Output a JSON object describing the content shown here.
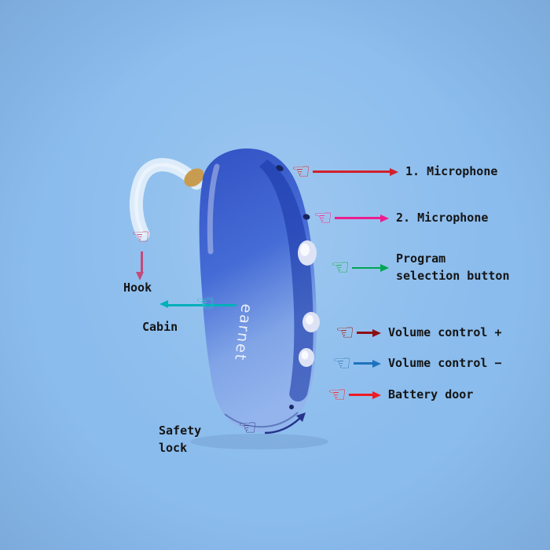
{
  "scene": {
    "background_color": "#8abced",
    "brand_text": "earnet"
  },
  "device": {
    "body_color_top": "#2a49c0",
    "body_color_mid": "#3f65d4",
    "body_color_low": "#7fa2e6",
    "body_color_bottom": "#93b3ec",
    "panel_color": "#1b38a8",
    "hook_color": "rgba(246,250,253,0.75)",
    "connector_color": "#c89c50",
    "button_color": "#dde3f5",
    "brand_text_color": "#e9eef9"
  },
  "icons": {
    "pointing_hand_left": "☜"
  },
  "callouts": {
    "right": [
      {
        "id": "microphone-1",
        "label": "1. Microphone",
        "color": "#d1202a"
      },
      {
        "id": "microphone-2",
        "label": "2. Microphone",
        "color": "#ec1e8e"
      },
      {
        "id": "program-selection-button",
        "label": "Program selection button",
        "color": "#00a651"
      },
      {
        "id": "volume-control-plus",
        "label": "Volume control +",
        "color": "#8e0e12"
      },
      {
        "id": "volume-control-minus",
        "label": "Volume control −",
        "color": "#1e73be"
      },
      {
        "id": "battery-door",
        "label": "Battery door",
        "color": "#ee1c24"
      }
    ],
    "left": [
      {
        "id": "hook",
        "label": "Hook",
        "color": "#c34a7b"
      },
      {
        "id": "cabin",
        "label": "Cabin",
        "color": "#00b0b9"
      },
      {
        "id": "safety-lock",
        "label": "Safety lock",
        "color": "#27348b"
      }
    ]
  }
}
